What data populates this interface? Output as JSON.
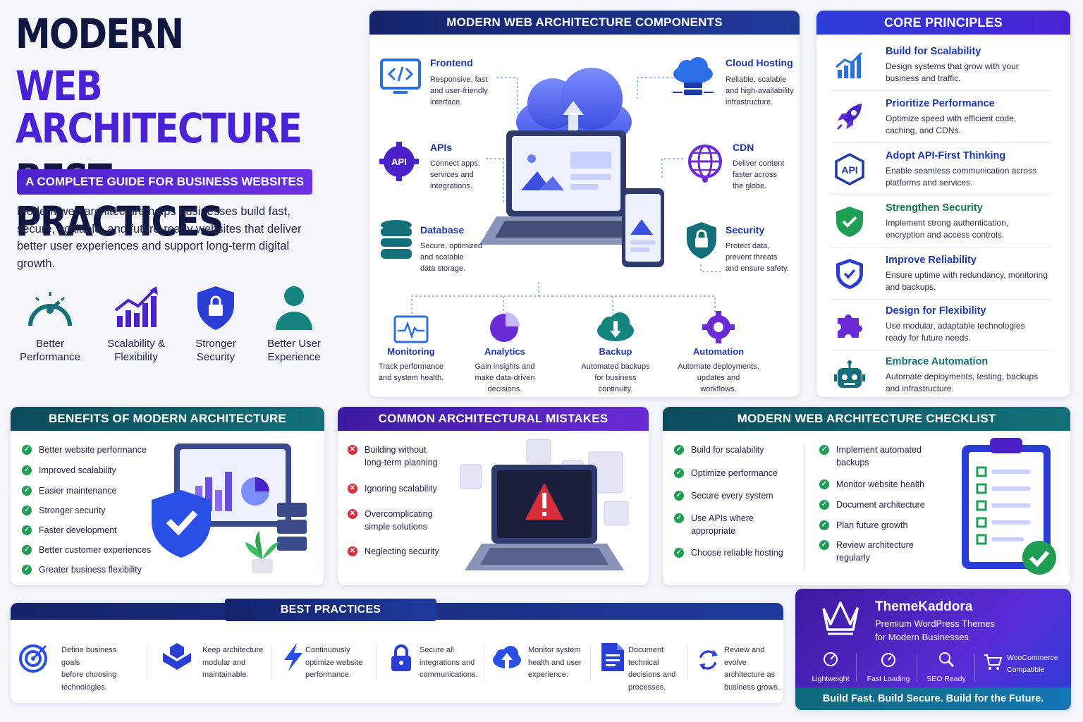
{
  "hero": {
    "line1": "MODERN",
    "line2": "WEB ARCHITECTURE",
    "line3": "BEST PRACTICES",
    "subtitle": "A COMPLETE GUIDE FOR BUSINESS WEBSITES",
    "intro": "Modern web architecture helps businesses build fast, secure, scalable, and future-ready websites that deliver better user experiences and support long-term digital growth.",
    "icons": [
      {
        "l1": "Better",
        "l2": "Performance"
      },
      {
        "l1": "Scalability &",
        "l2": "Flexibility"
      },
      {
        "l1": "Stronger",
        "l2": "Security"
      },
      {
        "l1": "Better User",
        "l2": "Experience"
      }
    ]
  },
  "components": {
    "title": "MODERN WEB ARCHITECTURE COMPONENTS",
    "frontend": {
      "name": "Frontend",
      "d1": "Responsive, fast",
      "d2": "and user-friendly",
      "d3": "interface."
    },
    "apis": {
      "name": "APIs",
      "d1": "Connect apps,",
      "d2": "services and",
      "d3": "integrations."
    },
    "database": {
      "name": "Database",
      "d1": "Secure, optimized",
      "d2": "and scalable",
      "d3": "data storage."
    },
    "cloud": {
      "name": "Cloud Hosting",
      "d1": "Reliable, scalable",
      "d2": "and high-availability",
      "d3": "infrastructure."
    },
    "cdn": {
      "name": "CDN",
      "d1": "Deliver content",
      "d2": "faster across",
      "d3": "the globe."
    },
    "security": {
      "name": "Security",
      "d1": "Protect data,",
      "d2": "prevent threats",
      "d3": "and ensure safety."
    },
    "bottom": [
      {
        "name": "Monitoring",
        "d1": "Track performance",
        "d2": "and system health.",
        "d3": ""
      },
      {
        "name": "Analytics",
        "d1": "Gain insights and",
        "d2": "make data-driven",
        "d3": "decisions."
      },
      {
        "name": "Backup",
        "d1": "Automated backups",
        "d2": "for business",
        "d3": "continuity."
      },
      {
        "name": "Automation",
        "d1": "Automate deployments,",
        "d2": "updates and",
        "d3": "workflows."
      }
    ],
    "api_label": "API"
  },
  "principles": {
    "title": "CORE PRINCIPLES",
    "items": [
      {
        "t": "Build for Scalability",
        "d": "Design systems that grow with your business and traffic."
      },
      {
        "t": "Prioritize Performance",
        "d": "Optimize speed with efficient code, caching, and CDNs."
      },
      {
        "t": "Adopt API-First Thinking",
        "d": "Enable seamless communication across platforms and services."
      },
      {
        "t": "Strengthen Security",
        "d": "Implement strong authentication, encryption and access controls."
      },
      {
        "t": "Improve Reliability",
        "d": "Ensure uptime with redundancy, monitoring and backups."
      },
      {
        "t": "Design for Flexibility",
        "d": "Use modular, adaptable technologies ready for future needs."
      },
      {
        "t": "Embrace Automation",
        "d": "Automate deployments, testing, backups and infrastructure."
      }
    ],
    "api_label": "API"
  },
  "benefits": {
    "title": "BENEFITS OF MODERN ARCHITECTURE",
    "items": [
      "Better website performance",
      "Improved scalability",
      "Easier maintenance",
      "Stronger security",
      "Faster development",
      "Better customer experiences",
      "Greater business flexibility"
    ]
  },
  "mistakes": {
    "title": "COMMON ARCHITECTURAL MISTAKES",
    "items": [
      {
        "l1": "Building without",
        "l2": "long-term planning"
      },
      {
        "l1": "Ignoring scalability",
        "l2": ""
      },
      {
        "l1": "Overcomplicating",
        "l2": "simple solutions"
      },
      {
        "l1": "Neglecting security",
        "l2": ""
      }
    ]
  },
  "checklist": {
    "title": "MODERN WEB ARCHITECTURE CHECKLIST",
    "left": [
      {
        "l1": "Build for scalability",
        "l2": ""
      },
      {
        "l1": "Optimize performance",
        "l2": ""
      },
      {
        "l1": "Secure every system",
        "l2": ""
      },
      {
        "l1": "Use APIs where",
        "l2": "appropriate"
      },
      {
        "l1": "Choose reliable hosting",
        "l2": ""
      }
    ],
    "right": [
      {
        "l1": "Implement automated",
        "l2": "backups"
      },
      {
        "l1": "Monitor website health",
        "l2": ""
      },
      {
        "l1": "Document architecture",
        "l2": ""
      },
      {
        "l1": "Plan future growth",
        "l2": ""
      },
      {
        "l1": "Review architecture",
        "l2": "regularly"
      }
    ]
  },
  "best_practices": {
    "title": "BEST PRACTICES",
    "items": [
      {
        "l1": "Define business goals",
        "l2": "before choosing",
        "l3": "technologies."
      },
      {
        "l1": "Keep architecture",
        "l2": "modular and",
        "l3": "maintainable."
      },
      {
        "l1": "Continuously",
        "l2": "optimize website",
        "l3": "performance."
      },
      {
        "l1": "Secure all",
        "l2": "integrations and",
        "l3": "communications."
      },
      {
        "l1": "Monitor system",
        "l2": "health and user",
        "l3": "experience."
      },
      {
        "l1": "Document technical",
        "l2": "decisions and",
        "l3": "processes."
      },
      {
        "l1": "Review and evolve",
        "l2": "architecture as",
        "l3": "business grows."
      }
    ]
  },
  "brand": {
    "name": "ThemeKaddora",
    "tag1": "Premium WordPress Themes",
    "tag2": "for Modern Businesses",
    "features": [
      {
        "l1": "Lightweight",
        "l2": ""
      },
      {
        "l1": "Fast Loading",
        "l2": ""
      },
      {
        "l1": "SEO Ready",
        "l2": ""
      },
      {
        "l1": "WooCommerce",
        "l2": "Compatible"
      }
    ],
    "slogan": "Build Fast. Build Secure. Build for the Future."
  },
  "colors": {
    "navy": "#14236b",
    "teal": "#0d4b5c",
    "purple": "#4b22c9",
    "blue": "#1d3aa8",
    "green": "#1e9e52",
    "red": "#d92f3d"
  }
}
